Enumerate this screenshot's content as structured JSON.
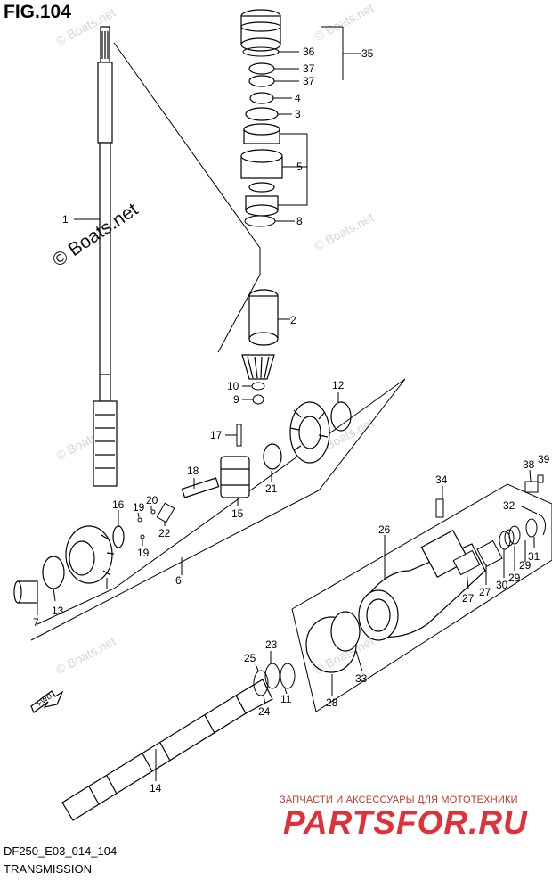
{
  "figure": {
    "title": "FIG.104"
  },
  "footer": {
    "code": "DF250_E03_014_104",
    "subtitle": "TRANSMISSION"
  },
  "watermark": {
    "small": "© Boats.net",
    "large": "© Boats.net"
  },
  "branding": {
    "tagline": "ЗАПЧАСТИ И АКСЕССУАРЫ ДЛЯ МОТОТЕХНИКИ",
    "logo": "PARTSFOR.RU"
  },
  "direction_tag": "FWD",
  "callouts": [
    "1",
    "2",
    "3",
    "4",
    "5",
    "6",
    "7",
    "8",
    "9",
    "10",
    "11",
    "12",
    "13",
    "14",
    "15",
    "16",
    "17",
    "18",
    "19",
    "19",
    "20",
    "21",
    "22",
    "23",
    "24",
    "25",
    "26",
    "27",
    "27",
    "28",
    "29",
    "29",
    "30",
    "31",
    "32",
    "33",
    "34",
    "35",
    "36",
    "37",
    "37",
    "38",
    "39"
  ],
  "colors": {
    "brand": "#e0303a",
    "watermark": "#d6d6d6"
  }
}
